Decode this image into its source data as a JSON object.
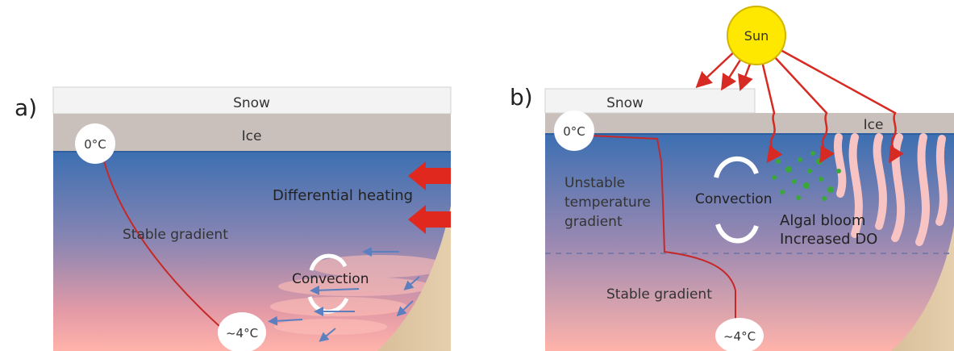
{
  "panel_a": {
    "letter": "a)",
    "snow": "Snow",
    "ice": "Ice",
    "top_temp": "0°C",
    "bottom_temp": "~4°C",
    "gradient": "Stable gradient",
    "heating": "Differential heating",
    "convection": "Convection"
  },
  "panel_b": {
    "letter": "b)",
    "snow": "Snow",
    "ice": "Ice",
    "sun": "Sun",
    "top_temp": "0°C",
    "bottom_temp": "~4°C",
    "unstable": [
      "Unstable",
      "temperature",
      "gradient"
    ],
    "convection": "Convection",
    "bloom": "Algal bloom",
    "do": "Increased DO",
    "stable": "Stable gradient"
  },
  "colors": {
    "water_top": "#3f72b4",
    "water_bottom": "#ffb0a8",
    "snow": "#f2f2f2",
    "ice": "#c9bfbb",
    "sediment": "#dcc3a0",
    "sun": "#ffe800",
    "arrow_red": "#d62a22",
    "algae": "#3aa839",
    "plume": "#f7c3c3"
  }
}
